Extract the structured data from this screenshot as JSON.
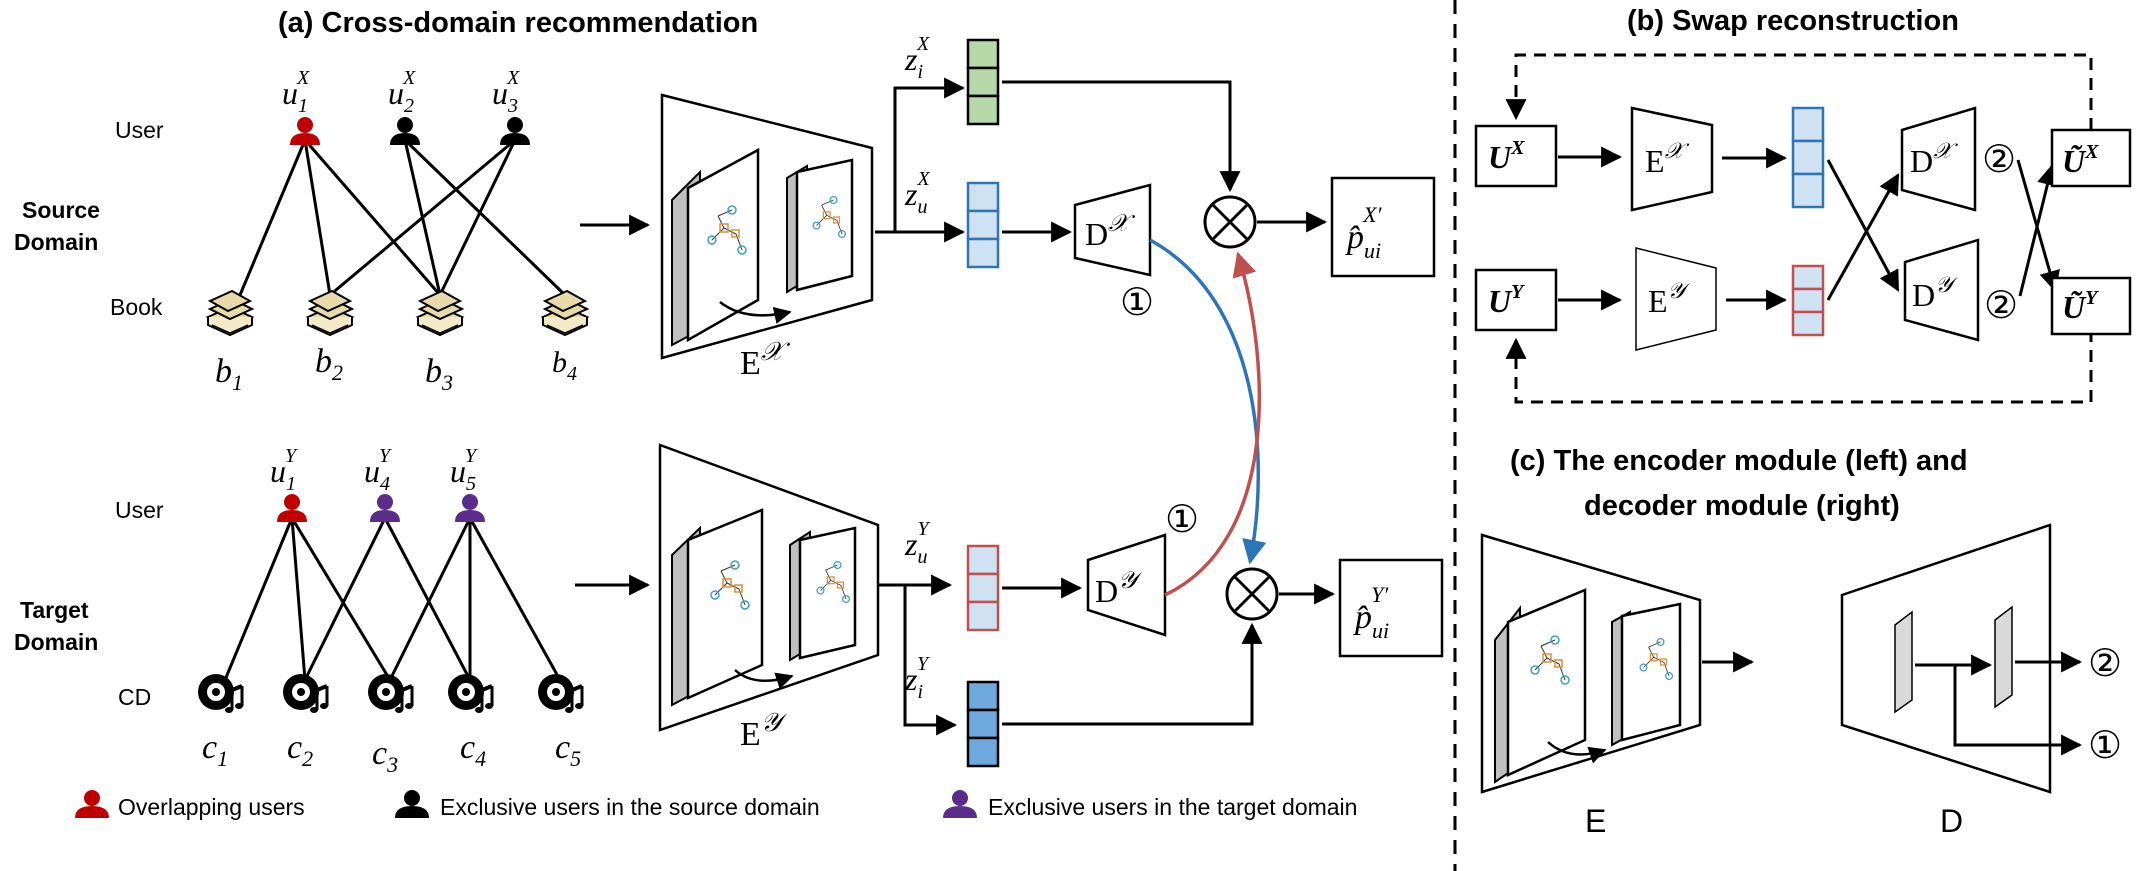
{
  "titles": {
    "a": "(a) Cross-domain recommendation",
    "b": "(b) Swap reconstruction",
    "c_line1": "(c) The encoder module (left) and",
    "c_line2": "decoder module (right)"
  },
  "source": {
    "domain_line1": "Source",
    "domain_line2": "Domain",
    "user_row": "User",
    "item_row": "Book",
    "users": [
      {
        "base": "u",
        "sub": "1",
        "sup": "X"
      },
      {
        "base": "u",
        "sub": "2",
        "sup": "X"
      },
      {
        "base": "u",
        "sub": "3",
        "sup": "X"
      }
    ],
    "items": [
      {
        "base": "b",
        "sub": "1"
      },
      {
        "base": "b",
        "sub": "2"
      },
      {
        "base": "b",
        "sub": "3"
      },
      {
        "base": "b",
        "sub": "4"
      }
    ]
  },
  "target": {
    "domain_line1": "Target",
    "domain_line2": "Domain",
    "user_row": "User",
    "item_row": "CD",
    "users": [
      {
        "base": "u",
        "sub": "1",
        "sup": "Y"
      },
      {
        "base": "u",
        "sub": "4",
        "sup": "Y"
      },
      {
        "base": "u",
        "sub": "5",
        "sup": "Y"
      }
    ],
    "items": [
      {
        "base": "c",
        "sub": "1"
      },
      {
        "base": "c",
        "sub": "2"
      },
      {
        "base": "c",
        "sub": "3"
      },
      {
        "base": "c",
        "sub": "4"
      },
      {
        "base": "c",
        "sub": "5"
      }
    ]
  },
  "encoders": {
    "x_label": {
      "base": "E",
      "sup": "𝒳"
    },
    "y_label": {
      "base": "E",
      "sup": "𝒴"
    }
  },
  "latents": {
    "zix": {
      "base": "z",
      "sub": "i",
      "sup": "X"
    },
    "zux": {
      "base": "z",
      "sub": "u",
      "sup": "X"
    },
    "zuy": {
      "base": "z",
      "sub": "u",
      "sup": "Y"
    },
    "ziy": {
      "base": "z",
      "sub": "i",
      "sup": "Y"
    }
  },
  "decoders": {
    "x_label": {
      "base": "D",
      "sup": "𝒳"
    },
    "y_label": {
      "base": "D",
      "sup": "𝒴"
    }
  },
  "ops": {
    "product": "⊗",
    "one": "①",
    "two": "②"
  },
  "outputs": {
    "px": {
      "base": "p̂",
      "sub": "ui",
      "sup": "X′"
    },
    "py": {
      "base": "p̂",
      "sub": "ui",
      "sup": "Y′"
    }
  },
  "swap": {
    "ux": {
      "base": "U",
      "sup": "X"
    },
    "uy": {
      "base": "U",
      "sup": "Y"
    },
    "ex": {
      "base": "E",
      "sup": "𝒳"
    },
    "ey": {
      "base": "E",
      "sup": "𝒴"
    },
    "dx": {
      "base": "D",
      "sup": "𝒳"
    },
    "dy": {
      "base": "D",
      "sup": "𝒴"
    },
    "ux_out": {
      "base": "Ũ",
      "sup": "X"
    },
    "uy_out": {
      "base": "Ũ",
      "sup": "Y"
    }
  },
  "modules": {
    "encoder": "E",
    "decoder": "D"
  },
  "legend": [
    {
      "label": "Overlapping users",
      "color": "#c00000"
    },
    {
      "label": "Exclusive users in the source domain",
      "color": "#000000"
    },
    {
      "label": "Exclusive users in the target domain",
      "color": "#5b2c8a"
    }
  ],
  "colors": {
    "green": "#b6d7a8",
    "blue_light": "#cfe2f3",
    "blue_border": "#2e75b6",
    "red_border": "#c0504d",
    "blue_dark": "#6fa8dc",
    "arrow_blue": "#2e75b6",
    "arrow_red": "#c0504d",
    "book": "#e8d9a8"
  }
}
